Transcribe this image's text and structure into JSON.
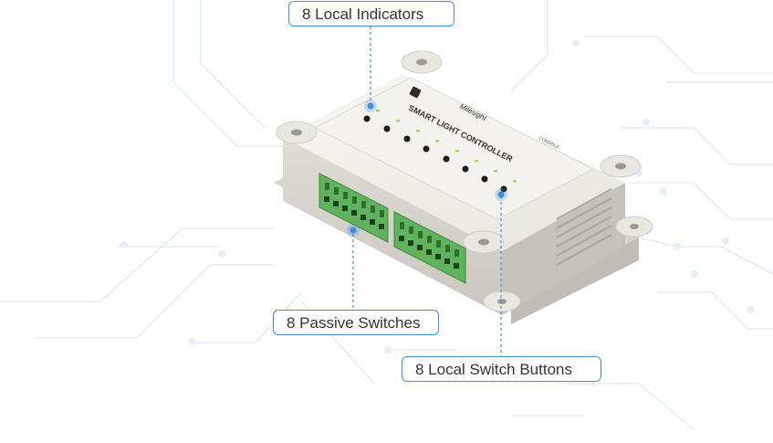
{
  "callouts": {
    "local_indicators": "8 Local Indicators",
    "passive_switches": "8 Passive Switches",
    "local_switch_buttons": "8 Local Switch Buttons"
  },
  "device": {
    "brand": "Milesight",
    "product_name": "SMART LIGHT CONTROLLER",
    "console_label": "CONSOLE"
  },
  "colors": {
    "accent": "#3d8fe0",
    "circuit_lines": "#d7e3ef",
    "housing": "#ecebe6",
    "terminal_green": "#6cc06a",
    "led_green": "#9ee04a"
  },
  "icons": {
    "nfc": "nfc-icon"
  }
}
